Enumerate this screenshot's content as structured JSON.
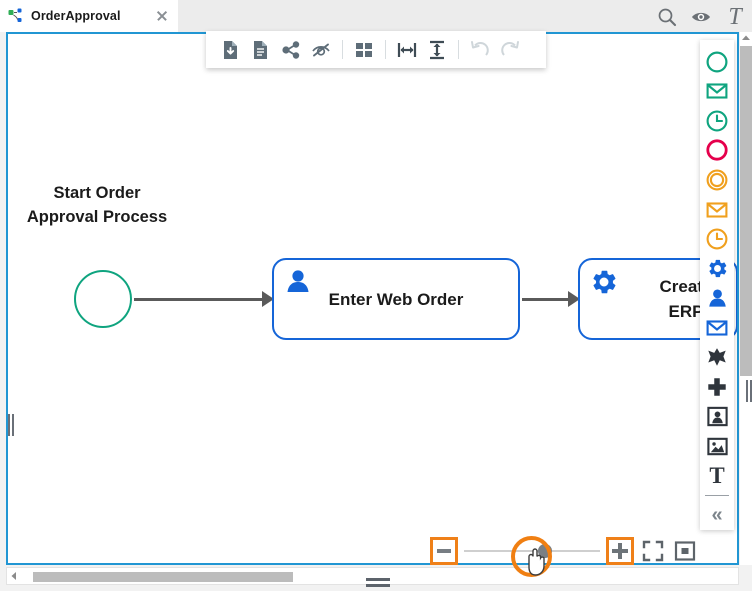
{
  "tab": {
    "title": "OrderApproval",
    "icon": "diagram-icon",
    "close_label": "×"
  },
  "header_icons": [
    {
      "name": "search-icon",
      "label": "Search"
    },
    {
      "name": "eye-icon",
      "label": "Preview"
    },
    {
      "name": "text-format-icon",
      "label": "T"
    }
  ],
  "toolbar": {
    "items": [
      {
        "name": "save-document-icon",
        "label": "Save"
      },
      {
        "name": "document-icon",
        "label": "Document"
      },
      {
        "name": "share-icon",
        "label": "Share"
      },
      {
        "name": "eye-off-icon",
        "label": "Hide"
      },
      {
        "name": "grid-layout-icon",
        "label": "Grid"
      },
      {
        "name": "align-horizontal-icon",
        "label": "Align horizontal"
      },
      {
        "name": "align-vertical-icon",
        "label": "Align vertical"
      },
      {
        "name": "undo-icon",
        "label": "Undo",
        "disabled": true
      },
      {
        "name": "redo-icon",
        "label": "Redo",
        "disabled": true
      }
    ]
  },
  "diagram": {
    "process_title": "Start Order\nApproval Process",
    "process_title_line1": "Start Order",
    "process_title_line2": "Approval Process",
    "start_event": {
      "name": "start-event",
      "color": "#0fa47f"
    },
    "tasks": [
      {
        "name": "task-enter-web-order",
        "label": "Enter Web Order",
        "icon": "user-icon",
        "color": "#1565d8"
      },
      {
        "name": "task-create-erp",
        "label": "Create\nERP",
        "label_line1": "Create",
        "label_line2": "ERP",
        "icon": "gear-icon",
        "color": "#1565d8"
      }
    ]
  },
  "palette": {
    "items": [
      {
        "name": "palette-start-event",
        "icon": "circle-icon",
        "color": "#0fa47f"
      },
      {
        "name": "palette-message-start-event",
        "icon": "envelope-icon",
        "color": "#0fa47f"
      },
      {
        "name": "palette-timer-start-event",
        "icon": "clock-icon",
        "color": "#0fa47f"
      },
      {
        "name": "palette-end-event",
        "icon": "circle-icon",
        "color": "#e5004c"
      },
      {
        "name": "palette-intermediate-event",
        "icon": "double-circle-icon",
        "color": "#f0a01e"
      },
      {
        "name": "palette-message-intermediate-event",
        "icon": "envelope-icon",
        "color": "#f0a01e"
      },
      {
        "name": "palette-timer-intermediate-event",
        "icon": "clock-icon",
        "color": "#f0a01e"
      },
      {
        "name": "palette-service-task",
        "icon": "gear-icon",
        "color": "#1565d8"
      },
      {
        "name": "palette-user-task",
        "icon": "user-icon",
        "color": "#1565d8"
      },
      {
        "name": "palette-send-task",
        "icon": "envelope-icon",
        "color": "#1565d8"
      },
      {
        "name": "palette-exclusive-gateway",
        "icon": "cross-gateway-icon",
        "color": "#3b424a"
      },
      {
        "name": "palette-parallel-gateway",
        "icon": "plus-gateway-icon",
        "color": "#3b424a"
      },
      {
        "name": "palette-pool",
        "icon": "pool-icon",
        "color": "#3b424a"
      },
      {
        "name": "palette-image",
        "icon": "image-icon",
        "color": "#3b424a"
      },
      {
        "name": "palette-text-annotation",
        "icon": "text-icon",
        "color": "#3b424a"
      }
    ],
    "collapse": {
      "name": "collapse-palette-button",
      "label": "«"
    }
  },
  "zoom_controls": {
    "zoom_out": {
      "name": "zoom-out-button",
      "label": "−"
    },
    "zoom_in": {
      "name": "zoom-in-button",
      "label": "+"
    },
    "fit_screen": {
      "name": "fit-to-screen-button"
    },
    "actual_size": {
      "name": "actual-size-button"
    },
    "slider": {
      "name": "zoom-slider",
      "value": 30
    }
  },
  "colors": {
    "canvas_border": "#2196d3",
    "accent_orange": "#ef8018",
    "task_blue": "#1565d8",
    "event_green": "#0fa47f",
    "event_red": "#e5004c",
    "event_orange": "#f0a01e"
  }
}
